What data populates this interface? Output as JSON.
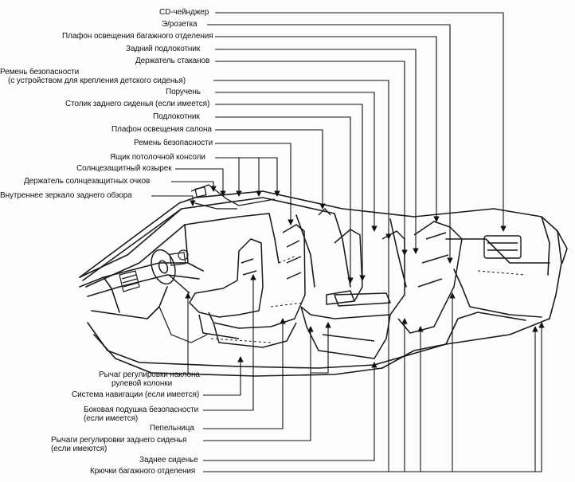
{
  "callouts_top": {
    "cd_changer": "CD-чейнджер",
    "power_socket": "Э/розетка",
    "cargo_light": "Плафон освещения багажного отделения",
    "rear_armrest": "Задний подлокотник",
    "cup_holder": "Держатель стаканов",
    "seat_belt_child_1": "Ремень безопасности",
    "seat_belt_child_2": "(с устройством для крепления детского сиденья)",
    "grab_handle": "Поручень",
    "rear_table": "Столик заднего сиденья (если имеется)",
    "armrest": "Подлокотник",
    "cabin_light": "Плафон освещения салона",
    "seat_belt": "Ремень безопасности",
    "overhead_console": "Ящик потолочной консоли",
    "sun_visor": "Солнцезащитный козырек",
    "sunglasses_holder": "Держатель солнцезащитных очков",
    "rear_mirror": "Внутреннее зеркало заднего обзора"
  },
  "callouts_bottom": {
    "tilt_lever_1": "Рычаг регулировки наклона",
    "tilt_lever_2": "рулевой колонки",
    "navigation": "Система навигации (если имеется)",
    "side_airbag_1": "Боковая подушка безопасности",
    "side_airbag_2": "(если имеется)",
    "ashtray": "Пепельница",
    "rear_seat_levers_1": "Рычаги регулировки заднего сиденья",
    "rear_seat_levers_2": "(если имеются)",
    "rear_seat": "Заднее сиденье",
    "cargo_hooks": "Крючки багажного отделения"
  }
}
